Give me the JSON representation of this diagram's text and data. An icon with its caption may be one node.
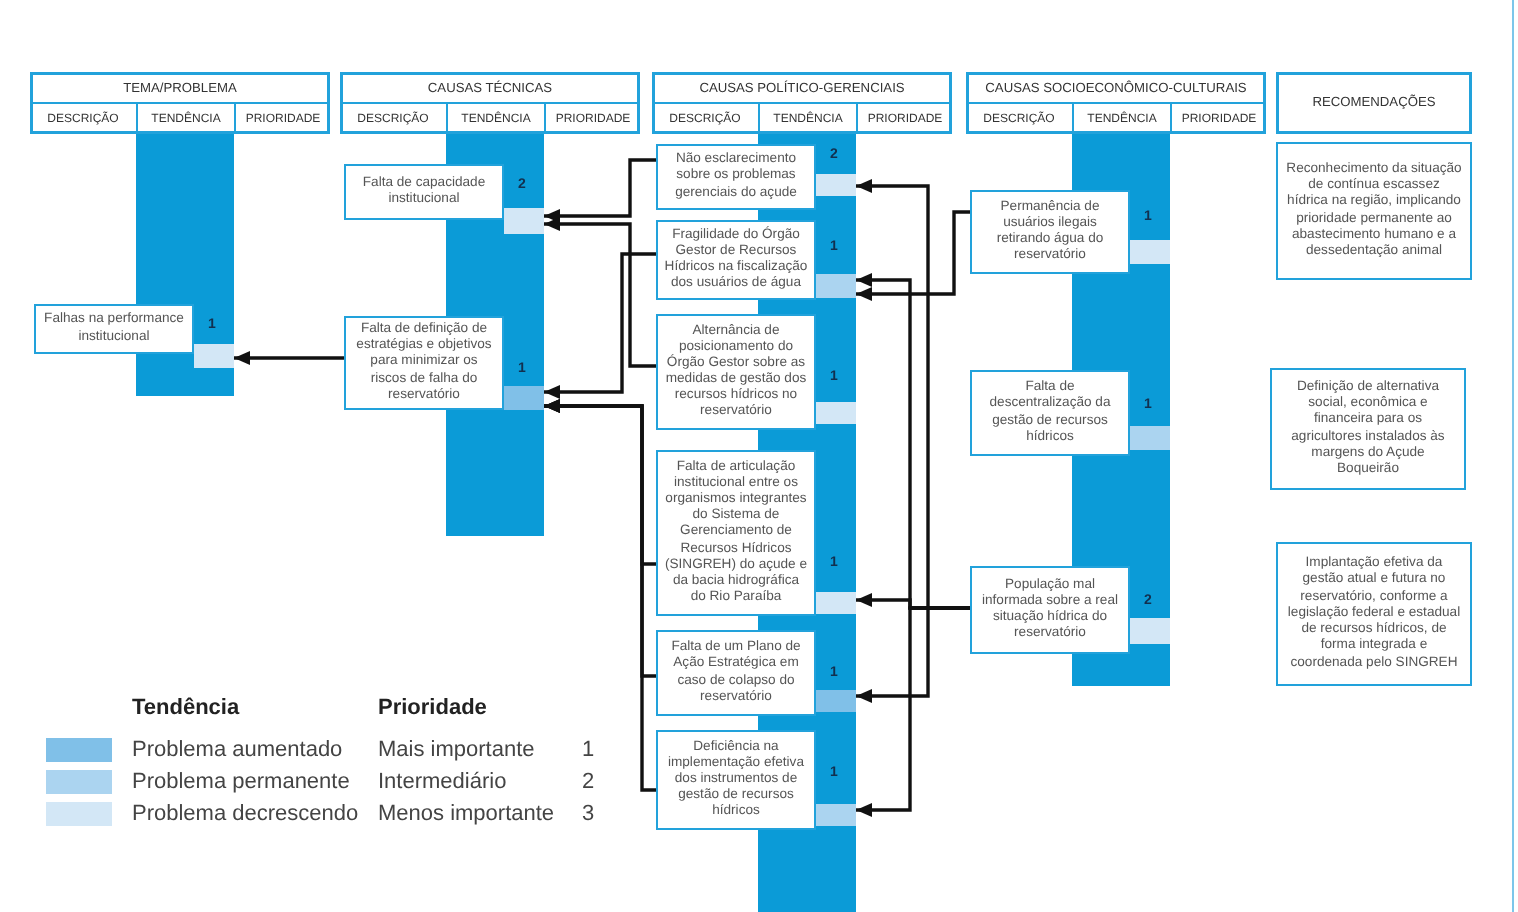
{
  "diagram": {
    "nodes": [
      {
        "text": [
          "TEMA/PROBLEMA"
        ]
      },
      {
        "text": [
          "DESCRIÇÃO"
        ],
        "in": 0
      },
      {
        "text": [
          "TENDÊNCIA"
        ],
        "in": 0
      },
      {
        "text": [
          "PRIORIDADE"
        ],
        "in": 0
      },
      {
        "text": [
          "CAUSAS TÉCNICAS"
        ]
      },
      {
        "text": [
          "DESCRIÇÃO"
        ],
        "in": 4
      },
      {
        "text": [
          "TENDÊNCIA"
        ],
        "in": 4
      },
      {
        "text": [
          "PRIORIDADE"
        ],
        "in": 4
      },
      {
        "text": [
          "CAUSAS POLÍTICO-GERENCIAIS"
        ]
      },
      {
        "text": [
          "DESCRIÇÃO"
        ],
        "in": 8
      },
      {
        "text": [
          "TENDÊNCIA"
        ],
        "in": 8
      },
      {
        "text": [
          "PRIORIDADE"
        ],
        "in": 8
      },
      {
        "text": [
          "CAUSAS SOCIOECONÔMICO-CULTURAIS"
        ]
      },
      {
        "text": [
          "DESCRIÇÃO"
        ],
        "in": 12
      },
      {
        "text": [
          "TENDÊNCIA"
        ],
        "in": 12
      },
      {
        "text": [
          "PRIORIDADE"
        ],
        "in": 12
      },
      {
        "text": [
          "RECOMENDAÇÕES"
        ]
      },
      {
        "text": [
          "Falhas na performance institucional"
        ],
        "beside": [
          "1"
        ]
      },
      {
        "text": [
          "Falta de capacidade institucional"
        ],
        "beside": [
          "2"
        ]
      },
      {
        "text": [
          "Falta de definição de estratégias e objetivos para minimizar os riscos de falha do reservatório"
        ],
        "beside": [
          "1"
        ]
      },
      {
        "text": [
          "Não esclarecimento sobre os problemas gerenciais do açude"
        ],
        "beside": [
          "2"
        ]
      },
      {
        "text": [
          "Fragilidade do Órgão Gestor de Recursos Hídricos na fiscalização dos usuários de água"
        ],
        "beside": [
          "1"
        ]
      },
      {
        "text": [
          "Alternância de posicionamento do Órgão Gestor sobre as medidas de gestão dos recursos hídricos no reservatório"
        ],
        "beside": [
          "1"
        ]
      },
      {
        "text": [
          "Falta de articulação institucional entre os organismos integrantes do Sistema de Gerenciamento de Recursos Hídricos (SINGREH) do açude e da bacia hidrográfica do Rio Paraíba"
        ],
        "beside": [
          "1"
        ]
      },
      {
        "text": [
          "Falta de um Plano de Ação Estratégica em caso de colapso do reservatório"
        ],
        "beside": [
          "1"
        ]
      },
      {
        "text": [
          "Deficiência na implementação efetiva dos instrumentos de gestão de recursos hídricos"
        ],
        "beside": [
          "1"
        ]
      },
      {
        "text": [
          "Permanência de usuários ilegais retirando água do reservatório"
        ],
        "beside": [
          "1"
        ]
      },
      {
        "text": [
          "Falta de descentralização da gestão de recursos hídricos"
        ],
        "beside": [
          "1"
        ]
      },
      {
        "text": [
          "População mal informada sobre a real situação hídrica do reservatório"
        ],
        "beside": [
          "2"
        ]
      },
      {
        "text": [
          "Reconhecimento da situação de contínua escassez hídrica na região, implicando prioridade permanente ao abastecimento humano e a dessedentação animal"
        ]
      },
      {
        "text": [
          "Definição de alternativa social, econômica e financeira para os agricultores instalados às margens do Açude Boqueirão"
        ]
      },
      {
        "text": [
          "Implantação efetiva da gestão atual e futura no reservatório, conforme a legislação federal e estadual de recursos hídricos, de forma integrada e coordenada pelo SINGREH"
        ]
      }
    ],
    "edges": [
      {
        "from": 19,
        "to": 17,
        "arrow": "to"
      },
      {
        "from": 20,
        "to": 18,
        "arrow": "to"
      },
      {
        "from": 22,
        "to": 18,
        "arrow": "to"
      },
      {
        "from": 21,
        "to": 19,
        "arrow": "to"
      },
      {
        "from": 23,
        "to": 19,
        "arrow": "to"
      },
      {
        "from": 24,
        "to": 19,
        "arrow": "to"
      },
      {
        "from": 25,
        "to": 19,
        "arrow": "to"
      },
      {
        "from": 26,
        "to": 21,
        "arrow": "to"
      },
      {
        "from": 28,
        "to": 20,
        "arrow": "to"
      },
      {
        "from": 28,
        "to": 24,
        "arrow": "to"
      },
      {
        "from": 28,
        "to": 21,
        "arrow": "to"
      },
      {
        "from": 28,
        "to": 23,
        "arrow": "to"
      },
      {
        "from": 28,
        "to": 25,
        "arrow": "to"
      }
    ],
    "labels": [
      "Tendência",
      "Prioridade",
      "Mais importante",
      "1",
      "Intermediário",
      "2",
      "Menos importante",
      "3"
    ],
    "legend": [
      {
        "text": "Problema aumentado",
        "color": "#80c0e8"
      },
      {
        "text": "Problema permanente",
        "color": "#abd4f0"
      },
      {
        "text": "Problema decrescendo",
        "color": "#d3e7f6"
      }
    ]
  }
}
